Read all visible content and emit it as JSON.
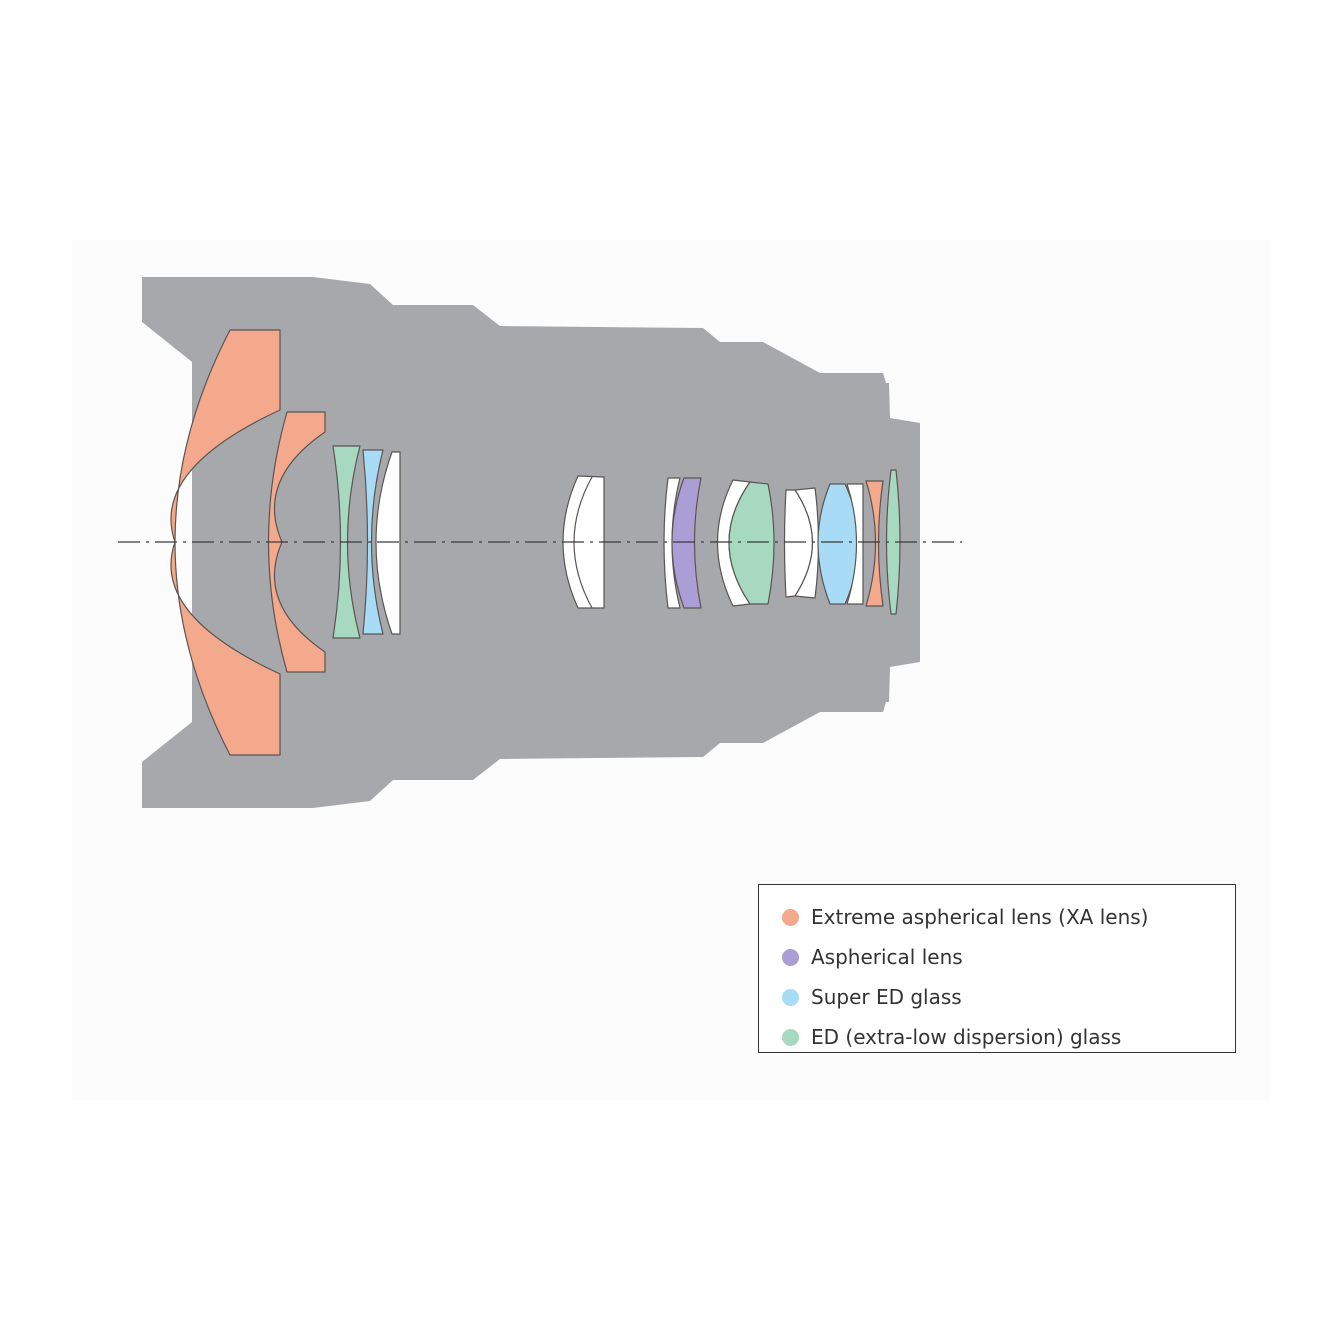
{
  "colors": {
    "body": "#a7a8ab",
    "xa_lens": "#f4a88c",
    "aspherical": "#ab9dd6",
    "super_ed": "#a8dcf6",
    "ed": "#a6d9bf",
    "plain": "#ffffff"
  },
  "legend": {
    "items": [
      {
        "label": "Extreme aspherical lens (XA lens)",
        "color": "#f4a88c"
      },
      {
        "label": "Aspherical lens",
        "color": "#ab9dd6"
      },
      {
        "label": "Super ED glass",
        "color": "#a8dcf6"
      },
      {
        "label": "ED (extra-low dispersion) glass",
        "color": "#a6d9bf"
      }
    ]
  }
}
